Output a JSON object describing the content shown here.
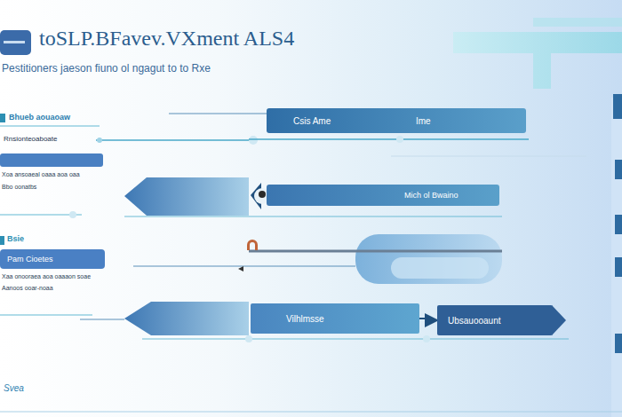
{
  "diagram": {
    "title": "toSLP.BFavev.VXment ALS4",
    "nodes": [
      {
        "text": [
          "Csis Ame",
          "Ime"
        ]
      },
      {
        "text": [
          "Mich ol Bwaino"
        ]
      },
      {
        "text": [
          "Pam Cioetes"
        ]
      },
      {
        "text": [
          "Vilhlmsse"
        ]
      },
      {
        "text": [
          "Ubsauooaunt"
        ]
      }
    ],
    "edges": [
      {
        "from": 3,
        "to": 4,
        "arrow": "to"
      }
    ],
    "labels": [
      "Pestitioners jaeson fiuno ol ngagut to to Rxe",
      "Bhueb aouaoaw",
      "Rnsionteoaboate",
      "Xoa ansoaeal oaaa aoa oaa",
      "Bbo oonatbs",
      "Bsie",
      "Xaa onooraea aoa oaaaon soae",
      "Aanoos ooar-noaa",
      "Svea"
    ]
  }
}
